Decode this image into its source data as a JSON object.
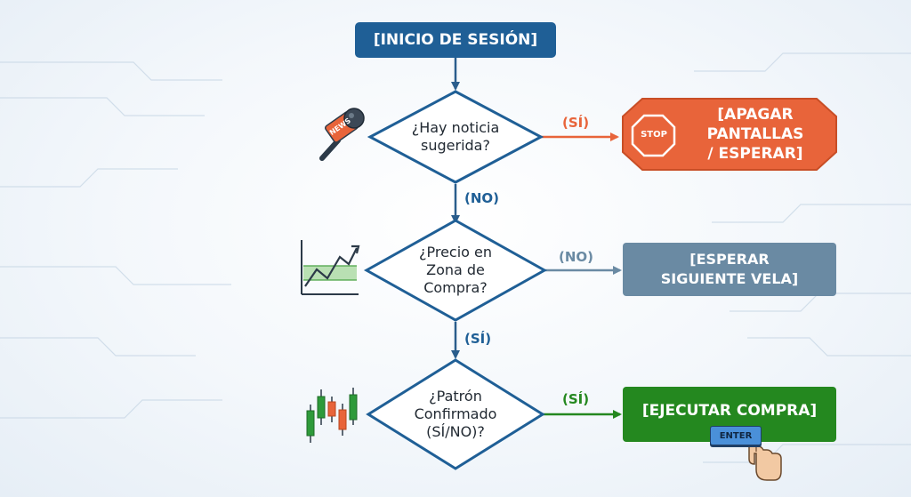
{
  "flow": {
    "start": "[INICIO DE SESIÓN]",
    "decision1": {
      "line1": "¿Hay noticia",
      "line2": "sugerida?"
    },
    "decision2": {
      "line1": "¿Precio en",
      "line2": "Zona de",
      "line3": "Compra?"
    },
    "decision3": {
      "line1": "¿Patrón",
      "line2": "Confirmado",
      "line3": "(SÍ/NO)?"
    },
    "stop_box": {
      "line1": "[APAGAR",
      "line2": "PANTALLAS",
      "line3": "/ ESPERAR]"
    },
    "wait_box": {
      "line1": "[ESPERAR",
      "line2": "SIGUIENTE VELA]"
    },
    "buy_box": {
      "label": "[EJECUTAR COMPRA]"
    },
    "edges": {
      "d1_yes": "(SÍ)",
      "d1_no": "(NO)",
      "d2_no": "(NO)",
      "d2_yes": "(SÍ)",
      "d3_yes": "(SÍ)"
    },
    "icons": {
      "mic_badge": "NEWS",
      "stop_sign": "STOP",
      "enter_key": "ENTER"
    }
  },
  "colors": {
    "primary_blue": "#1f5f96",
    "arrow_blue": "#2a5d8c",
    "orange": "#e8643a",
    "slate": "#6a8aa3",
    "green": "#24881f"
  }
}
